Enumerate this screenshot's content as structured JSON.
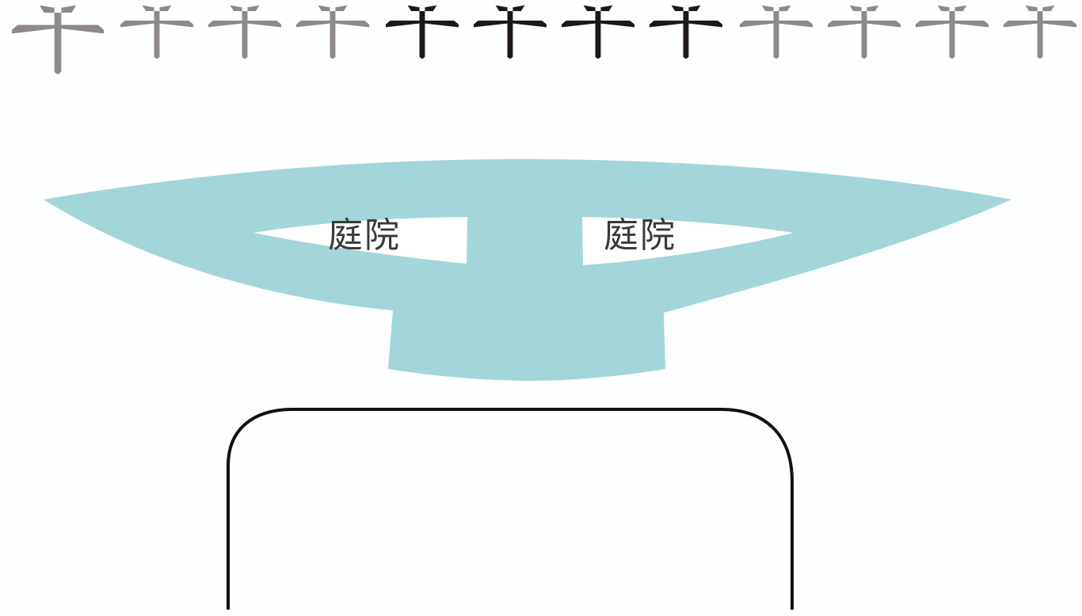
{
  "colors": {
    "background": "#fdfeff",
    "terminal": "#a3d6d9",
    "courtyard": "#ffffff",
    "plane_parked": "#1e1718",
    "plane_idle": "#8e898a",
    "building_outline": "#111111",
    "label": "#3a3a3a"
  },
  "icons": {
    "plane": "airplane-icon"
  },
  "planes": [
    {
      "status": "idle"
    },
    {
      "status": "idle"
    },
    {
      "status": "idle"
    },
    {
      "status": "idle"
    },
    {
      "status": "parked"
    },
    {
      "status": "parked"
    },
    {
      "status": "parked"
    },
    {
      "status": "parked"
    },
    {
      "status": "idle"
    },
    {
      "status": "idle"
    },
    {
      "status": "idle"
    },
    {
      "status": "idle"
    }
  ],
  "courtyards": {
    "left_label": "庭院",
    "right_label": "庭院"
  }
}
